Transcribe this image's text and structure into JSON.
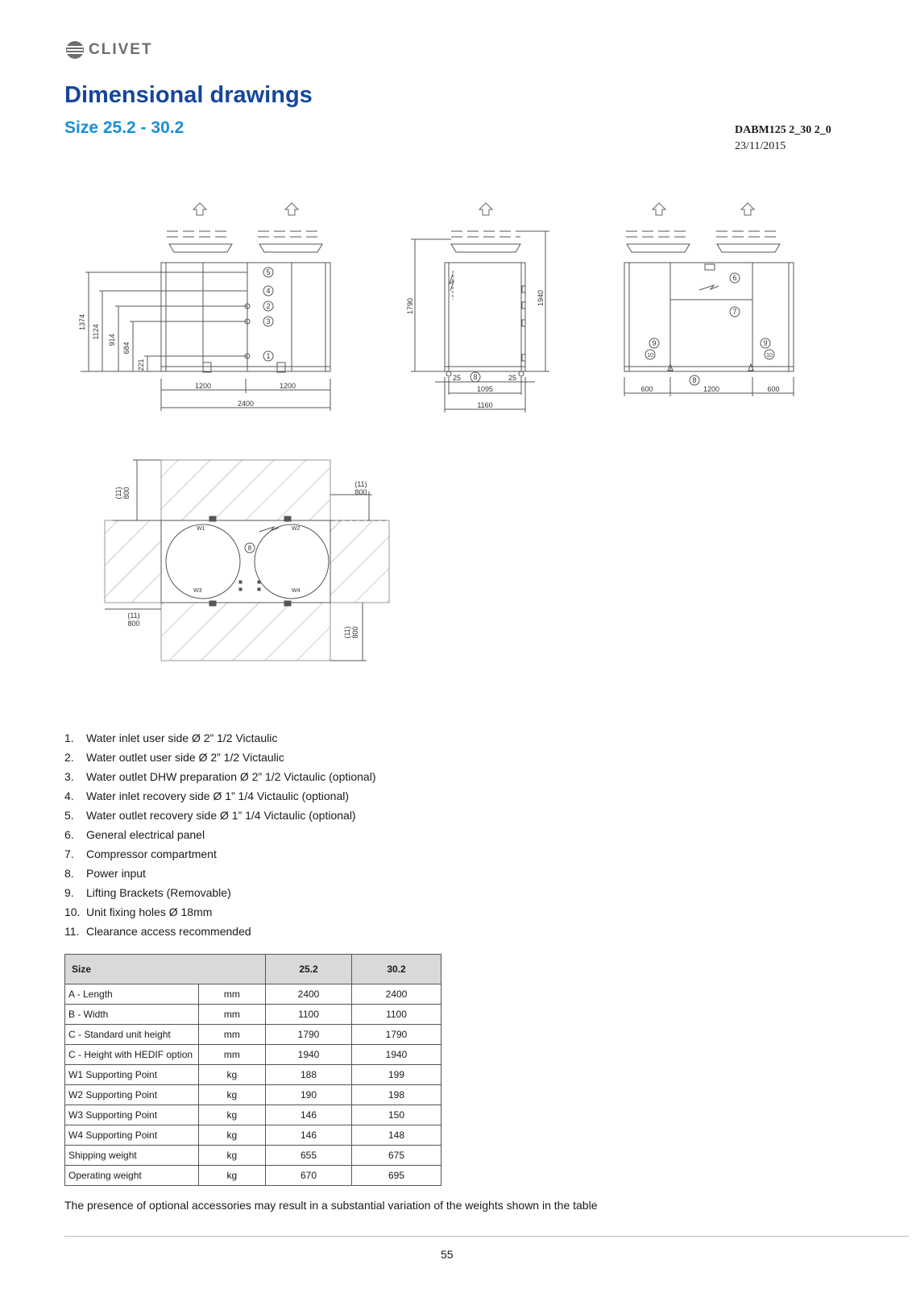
{
  "header": {
    "logo_text": "CLIVET",
    "title": "Dimensional drawings",
    "subtitle": "Size 25.2 - 30.2",
    "doc_ref": "DABM125 2_30 2_0",
    "doc_date": "23/11/2015"
  },
  "drawings": {
    "front": {
      "dims": {
        "d1374": "1374",
        "d1124": "1124",
        "d914": "914",
        "d684": "684",
        "d221": "221",
        "w1": "1200",
        "w2": "1200",
        "total": "2400"
      },
      "callouts": [
        "5",
        "4",
        "2",
        "3",
        "1"
      ]
    },
    "side": {
      "dims": {
        "h1790": "1790",
        "h1940": "1940",
        "m1": "25",
        "m2": "25",
        "w1095": "1095",
        "w1160": "1160"
      },
      "callout": "8"
    },
    "rear": {
      "dims": {
        "a": "600",
        "b": "1200",
        "c": "600"
      },
      "callouts": {
        "c6": "6",
        "c7": "7",
        "c9a": "9",
        "c10a": "10",
        "c9b": "9",
        "c10b": "10",
        "c8": "8"
      }
    },
    "plan": {
      "clearance": {
        "code": "(11)",
        "value": "800"
      },
      "points": {
        "w1": "W1",
        "w2": "W2",
        "w3": "W3",
        "w4": "W4"
      },
      "callout": "8"
    }
  },
  "legend": [
    {
      "num": "1.",
      "text": "Water inlet user side Ø 2” 1/2 Victaulic"
    },
    {
      "num": "2.",
      "text": "Water outlet user side Ø 2” 1/2 Victaulic"
    },
    {
      "num": "3.",
      "text": "Water outlet DHW preparation Ø 2” 1/2 Victaulic (optional)"
    },
    {
      "num": "4.",
      "text": "Water inlet recovery side Ø 1” 1/4 Victaulic (optional)"
    },
    {
      "num": "5.",
      "text": "Water outlet recovery side Ø 1” 1/4 Victaulic (optional)"
    },
    {
      "num": "6.",
      "text": "General electrical panel"
    },
    {
      "num": "7.",
      "text": "Compressor compartment"
    },
    {
      "num": "8.",
      "text": "Power input"
    },
    {
      "num": "9.",
      "text": "Lifting Brackets (Removable)"
    },
    {
      "num": "10.",
      "text": "Unit fixing holes Ø 18mm"
    },
    {
      "num": "11.",
      "text": "Clearance access recommended"
    }
  ],
  "table": {
    "header": {
      "label": "Size",
      "c1": "25.2",
      "c2": "30.2"
    },
    "rows": [
      {
        "label": "A - Length",
        "unit": "mm",
        "v1": "2400",
        "v2": "2400"
      },
      {
        "label": "B - Width",
        "unit": "mm",
        "v1": "1100",
        "v2": "1100"
      },
      {
        "label": "C - Standard unit height",
        "unit": "mm",
        "v1": "1790",
        "v2": "1790"
      },
      {
        "label": "C - Height with HEDIF option",
        "unit": "mm",
        "v1": "1940",
        "v2": "1940"
      },
      {
        "label": "W1 Supporting Point",
        "unit": "kg",
        "v1": "188",
        "v2": "199"
      },
      {
        "label": "W2 Supporting Point",
        "unit": "kg",
        "v1": "190",
        "v2": "198"
      },
      {
        "label": "W3 Supporting Point",
        "unit": "kg",
        "v1": "146",
        "v2": "150"
      },
      {
        "label": "W4 Supporting Point",
        "unit": "kg",
        "v1": "146",
        "v2": "148"
      },
      {
        "label": "Shipping weight",
        "unit": "kg",
        "v1": "655",
        "v2": "675"
      },
      {
        "label": "Operating weight",
        "unit": "kg",
        "v1": "670",
        "v2": "695"
      }
    ]
  },
  "note": "The presence of optional accessories may result in a substantial variation of the weights shown in the table",
  "page_number": "55"
}
